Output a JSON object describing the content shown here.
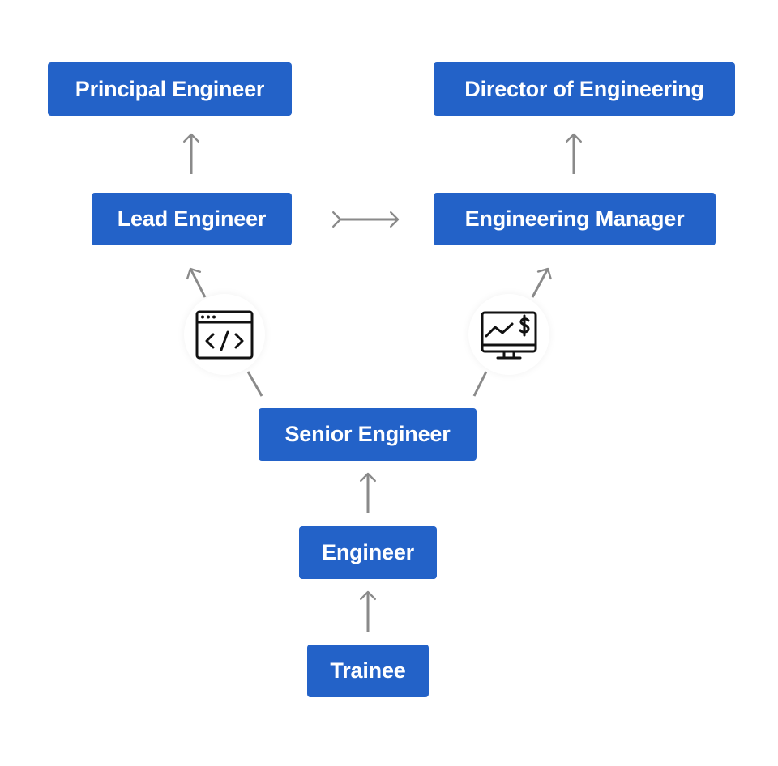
{
  "nodes": {
    "principal_engineer": "Principal Engineer",
    "director_of_engineering": "Director of Engineering",
    "lead_engineer": "Lead Engineer",
    "engineering_manager": "Engineering Manager",
    "senior_engineer": "Senior Engineer",
    "engineer": "Engineer",
    "trainee": "Trainee"
  },
  "icons": {
    "technical_track": "code-window-icon",
    "management_track": "monitor-dollar-chart-icon"
  },
  "colors": {
    "node_fill": "#2362c8",
    "node_text": "#ffffff",
    "arrow": "#8a8a8a",
    "icon_stroke": "#111111"
  }
}
